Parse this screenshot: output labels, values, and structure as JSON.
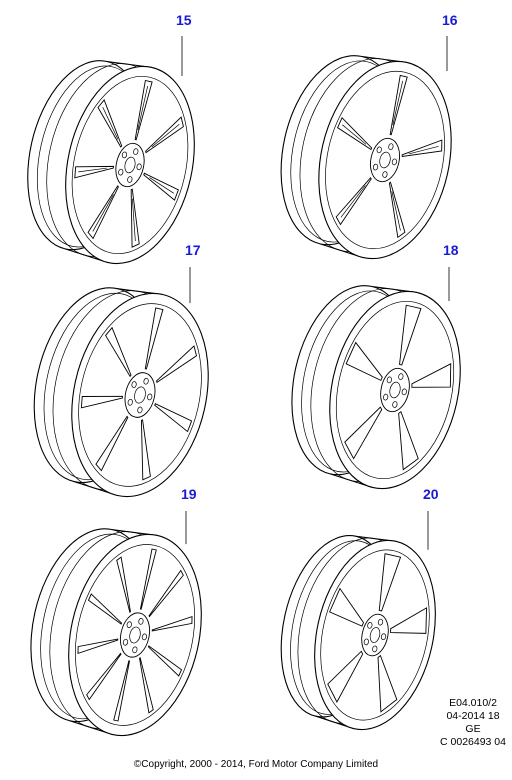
{
  "diagram": {
    "wheels": [
      {
        "callout": "15",
        "spoke_count": 7,
        "spoke_style": "split"
      },
      {
        "callout": "16",
        "spoke_count": 5,
        "spoke_style": "window"
      },
      {
        "callout": "17",
        "spoke_count": 7,
        "spoke_style": "single"
      },
      {
        "callout": "18",
        "spoke_count": 5,
        "spoke_style": "wide"
      },
      {
        "callout": "19",
        "spoke_count": 10,
        "spoke_style": "multi"
      },
      {
        "callout": "20",
        "spoke_count": 5,
        "spoke_style": "star"
      }
    ],
    "reference_lines": [
      "E04.010/2",
      "04-2014 18",
      "GE",
      "C 0026493 04"
    ],
    "copyright": "©Copyright, 2000 - 2014, Ford Motor Company Limited",
    "callout_color": "#1a1ad6",
    "line_color": "#000000"
  }
}
